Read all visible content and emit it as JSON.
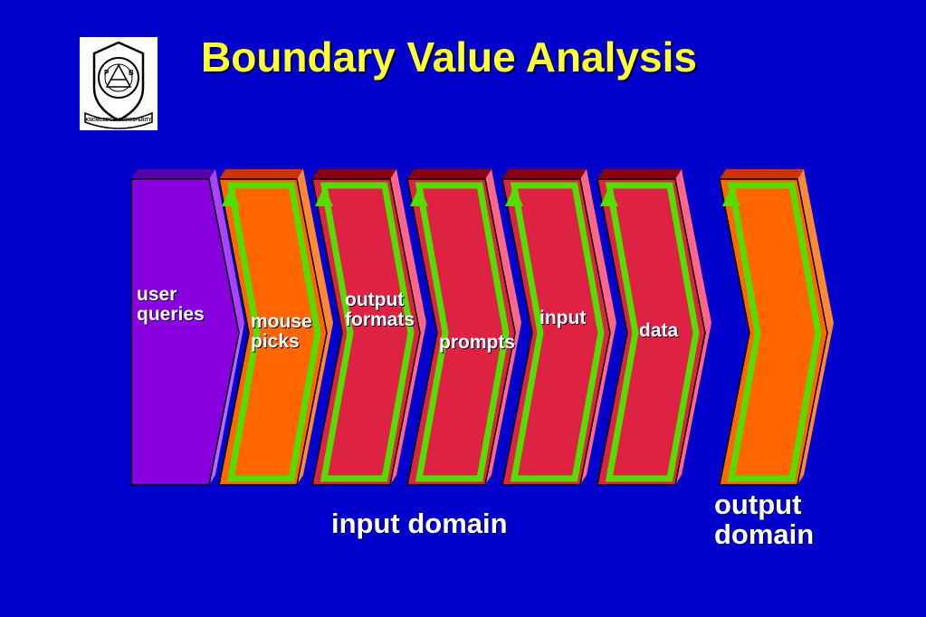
{
  "slide": {
    "title": "Boundary Value Analysis",
    "logo": {
      "letters": [
        "P",
        "B"
      ],
      "motto": "KNOWLEDGE IS PROSPERITY",
      "icon": "college-crest-icon"
    }
  },
  "diagram": {
    "blocks": [
      {
        "name": "user-queries",
        "label_lines": [
          "user",
          "queries"
        ],
        "type": "input"
      },
      {
        "name": "mouse-picks",
        "label_lines": [
          "mouse",
          "picks"
        ],
        "type": "input"
      },
      {
        "name": "output-formats",
        "label_lines": [
          "output",
          "formats"
        ],
        "type": "input"
      },
      {
        "name": "prompts",
        "label_lines": [
          "prompts"
        ],
        "type": "input"
      },
      {
        "name": "input",
        "label_lines": [
          "input"
        ],
        "type": "input"
      },
      {
        "name": "data",
        "label_lines": [
          "data"
        ],
        "type": "input"
      },
      {
        "name": "output-domain-block",
        "label_lines": [],
        "type": "output"
      }
    ],
    "captions": {
      "input_domain": "input domain",
      "output_domain_line1": "output",
      "output_domain_line2": "domain"
    }
  },
  "colors": {
    "background": "#0000cc",
    "title": "#ffff33",
    "purple_block": "#8800dd",
    "orange_block": "#ff6600",
    "red_block": "#dd2244",
    "boundary_green": "#55dd00",
    "label": "#ffffff"
  }
}
